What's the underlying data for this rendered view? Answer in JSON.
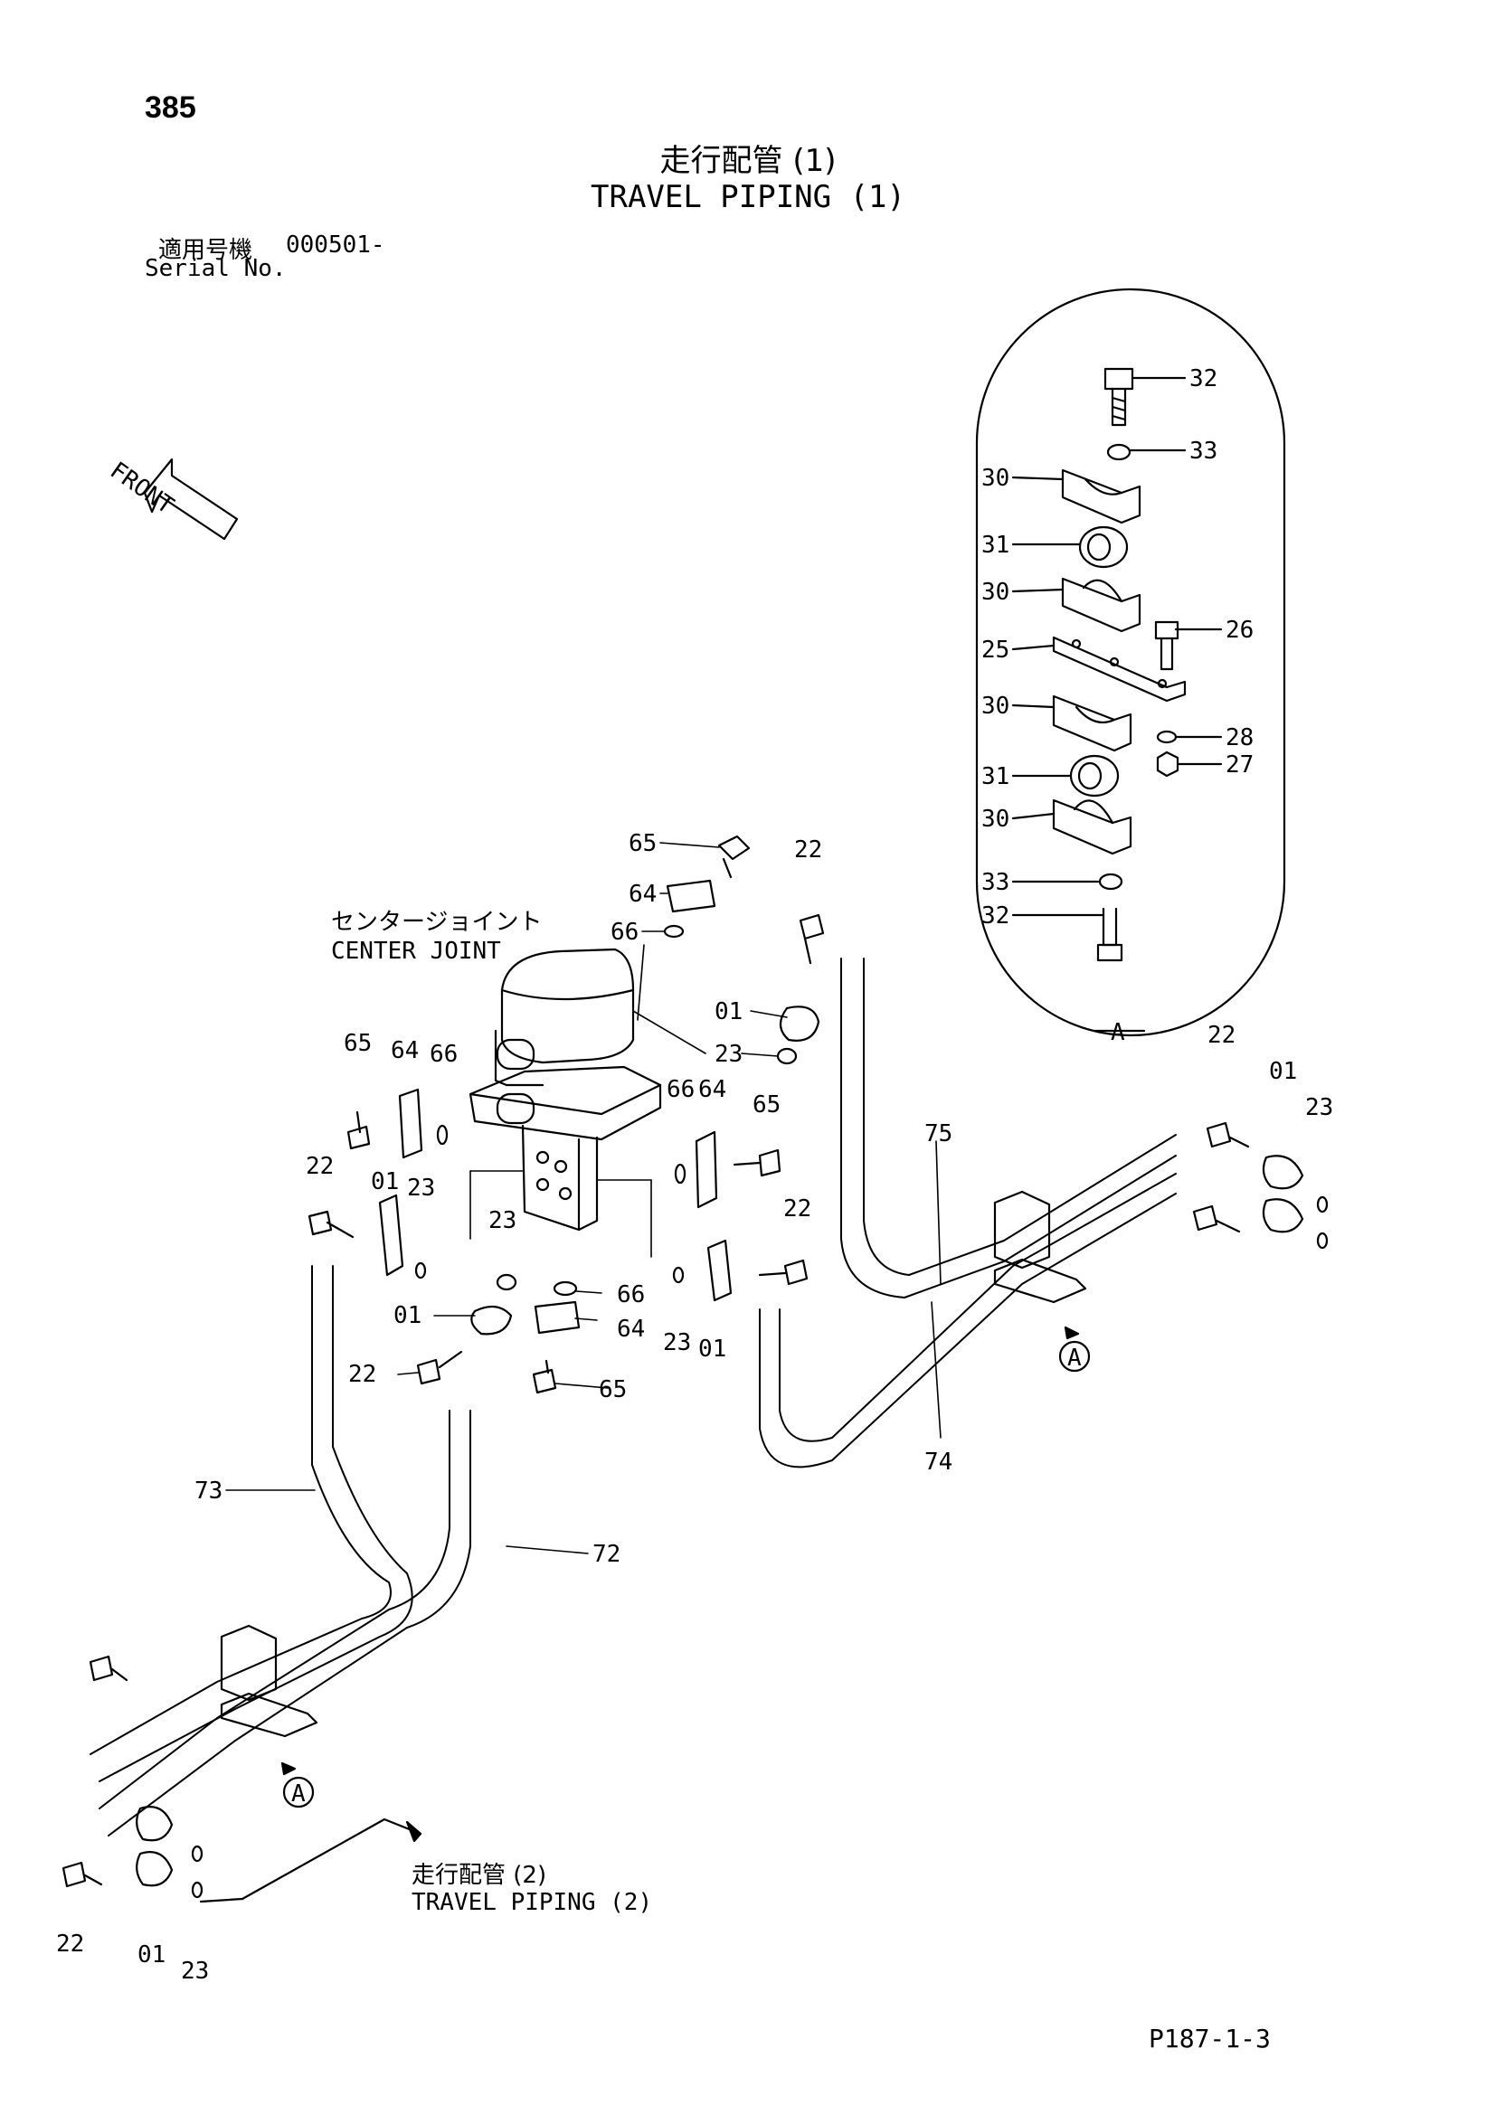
{
  "page_number": "385",
  "title_ja": "走行配管 (1)",
  "title_en": "TRAVEL PIPING (1)",
  "serial": {
    "label_ja": "適用号機",
    "label_en": "Serial No.",
    "value": "000501-"
  },
  "front_label": "FRONT",
  "center_joint": {
    "ja": "センタージョイント",
    "en": "CENTER JOINT"
  },
  "detail_label": "A",
  "link_ref": {
    "ja": "走行配管 (2)",
    "en": "TRAVEL PIPING (2)"
  },
  "footer_code": "P187-1-3",
  "part_labels": {
    "p01": "01",
    "p22": "22",
    "p23": "23",
    "p25": "25",
    "p26": "26",
    "p27": "27",
    "p28": "28",
    "p30": "30",
    "p31": "31",
    "p32": "32",
    "p33": "33",
    "p64": "64",
    "p65": "65",
    "p66": "66",
    "p72": "72",
    "p73": "73",
    "p74": "74",
    "p75": "75"
  }
}
